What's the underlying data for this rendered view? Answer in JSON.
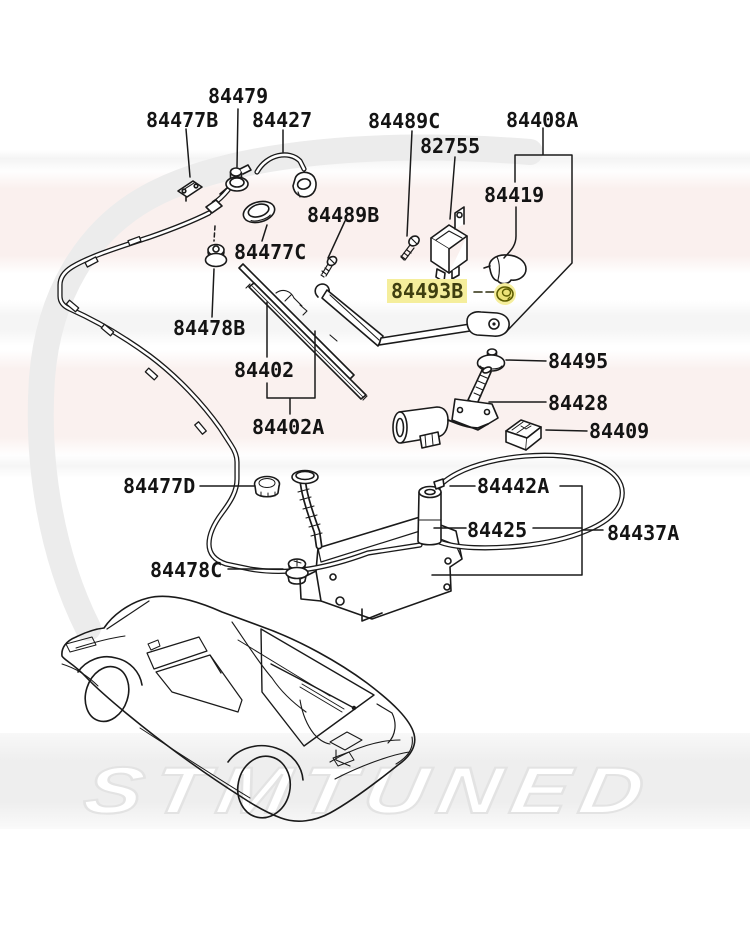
{
  "diagram": {
    "description": "Rear window wiper and washer exploded parts diagram",
    "highlighted_part": "84493B"
  },
  "watermark": {
    "text": "STMTUNED"
  },
  "colors": {
    "line": "#1a1a1a",
    "highlight_bg": "#f5ee9c",
    "highlight_text": "#3f3f10",
    "highlight_part_stroke": "#5c5c00",
    "band_pink": "#faf0ee",
    "band_gray": "#f3f3f3",
    "watermark_curve": "#ececec"
  },
  "parts": [
    {
      "label": "84479",
      "highlighted": false
    },
    {
      "label": "84477B",
      "highlighted": false
    },
    {
      "label": "84427",
      "highlighted": false
    },
    {
      "label": "84489C",
      "highlighted": false
    },
    {
      "label": "82755",
      "highlighted": false
    },
    {
      "label": "84408A",
      "highlighted": false
    },
    {
      "label": "84419",
      "highlighted": false
    },
    {
      "label": "84489B",
      "highlighted": false
    },
    {
      "label": "84477C",
      "highlighted": false
    },
    {
      "label": "84478B",
      "highlighted": false
    },
    {
      "label": "84402",
      "highlighted": false
    },
    {
      "label": "84402A",
      "highlighted": false
    },
    {
      "label": "84493B",
      "highlighted": true
    },
    {
      "label": "84495",
      "highlighted": false
    },
    {
      "label": "84428",
      "highlighted": false
    },
    {
      "label": "84409",
      "highlighted": false
    },
    {
      "label": "84477D",
      "highlighted": false
    },
    {
      "label": "84442A",
      "highlighted": false
    },
    {
      "label": "84425",
      "highlighted": false
    },
    {
      "label": "84437A",
      "highlighted": false
    },
    {
      "label": "84478C",
      "highlighted": false
    }
  ]
}
